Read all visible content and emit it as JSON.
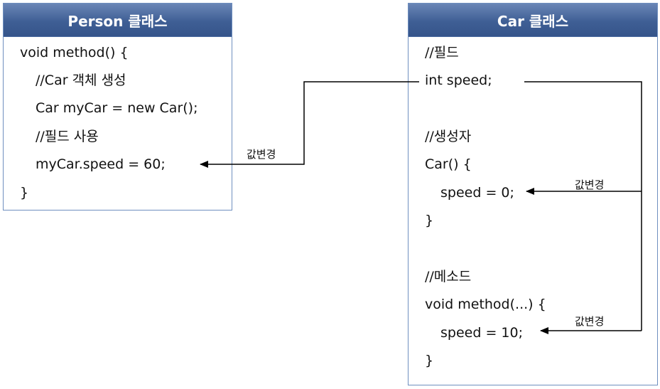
{
  "person": {
    "title": "Person 클래스",
    "lines": [
      "void method() {",
      "//Car 객체 생성",
      "Car myCar = new Car();",
      "//필드 사용",
      "myCar.speed = 60;",
      "}"
    ]
  },
  "car": {
    "title": "Car 클래스",
    "lines": [
      "//필드",
      "int speed;",
      "//생성자",
      "Car() {",
      "speed = 0;",
      "}",
      "//메소드",
      "void method(...) {",
      "speed = 10;",
      "}"
    ]
  },
  "arrows": [
    {
      "label": "값변경"
    },
    {
      "label": "값변경"
    },
    {
      "label": "값변경"
    }
  ],
  "colors": {
    "header": "#3f5f95",
    "border": "#6f8fbf",
    "line": "#000000"
  }
}
